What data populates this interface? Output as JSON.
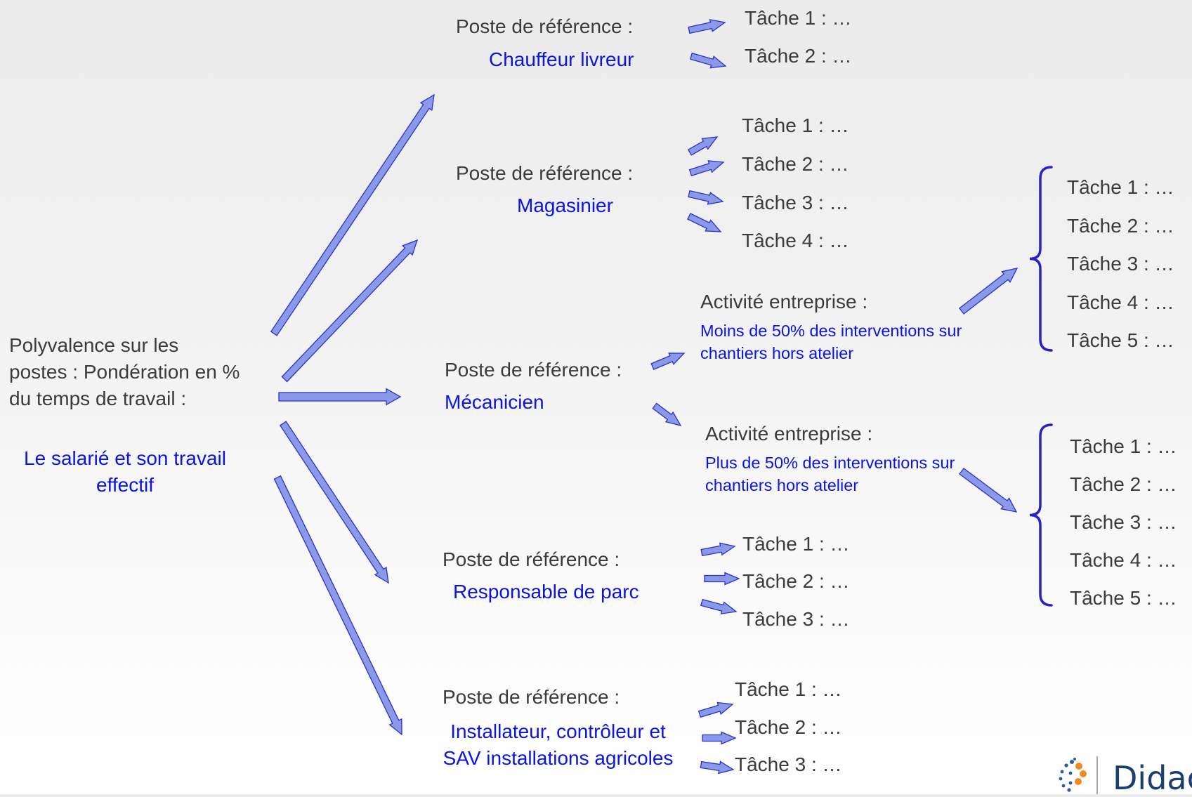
{
  "root": {
    "label": "Polyvalence sur les postes : Pondération en % du temps de travail :",
    "value": "Le salarié et son travail effectif"
  },
  "postes": [
    {
      "label": "Poste de référence :",
      "name": "Chauffeur livreur",
      "tasks": [
        "Tâche 1 : …",
        "Tâche 2 : …"
      ]
    },
    {
      "label": "Poste de référence :",
      "name": "Magasinier",
      "tasks": [
        "Tâche 1 : …",
        "Tâche 2 : …",
        "Tâche 3 : …",
        "Tâche 4 : …"
      ]
    },
    {
      "label": "Poste de référence :",
      "name": "Mécanicien",
      "activities": [
        {
          "label": "Activité entreprise :",
          "desc": "Moins de 50% des interventions sur chantiers hors atelier",
          "tasks": [
            "Tâche 1 : …",
            "Tâche 2 : …",
            "Tâche 3 : …",
            "Tâche 4 : …",
            "Tâche 5 : …"
          ]
        },
        {
          "label": "Activité entreprise :",
          "desc": "Plus de 50% des interventions sur chantiers hors atelier",
          "tasks": [
            "Tâche 1 : …",
            "Tâche 2 : …",
            "Tâche 3 : …",
            "Tâche 4 : …",
            "Tâche 5 : …"
          ]
        }
      ]
    },
    {
      "label": "Poste de référence :",
      "name": "Responsable de parc",
      "tasks": [
        "Tâche 1 : …",
        "Tâche 2 : …",
        "Tâche 3 : …"
      ]
    },
    {
      "label": "Poste de référence :",
      "name": "Installateur, contrôleur et SAV installations agricoles",
      "tasks": [
        "Tâche 1 : …",
        "Tâche 2 : …",
        "Tâche 3 : …"
      ]
    }
  ],
  "logo": {
    "text": "Didac"
  },
  "colors": {
    "arrow_fill": "#8a9ae6",
    "arrow_stroke": "#2b2fd0",
    "brace": "#2323c8",
    "accent_text": "#0a14e6"
  }
}
